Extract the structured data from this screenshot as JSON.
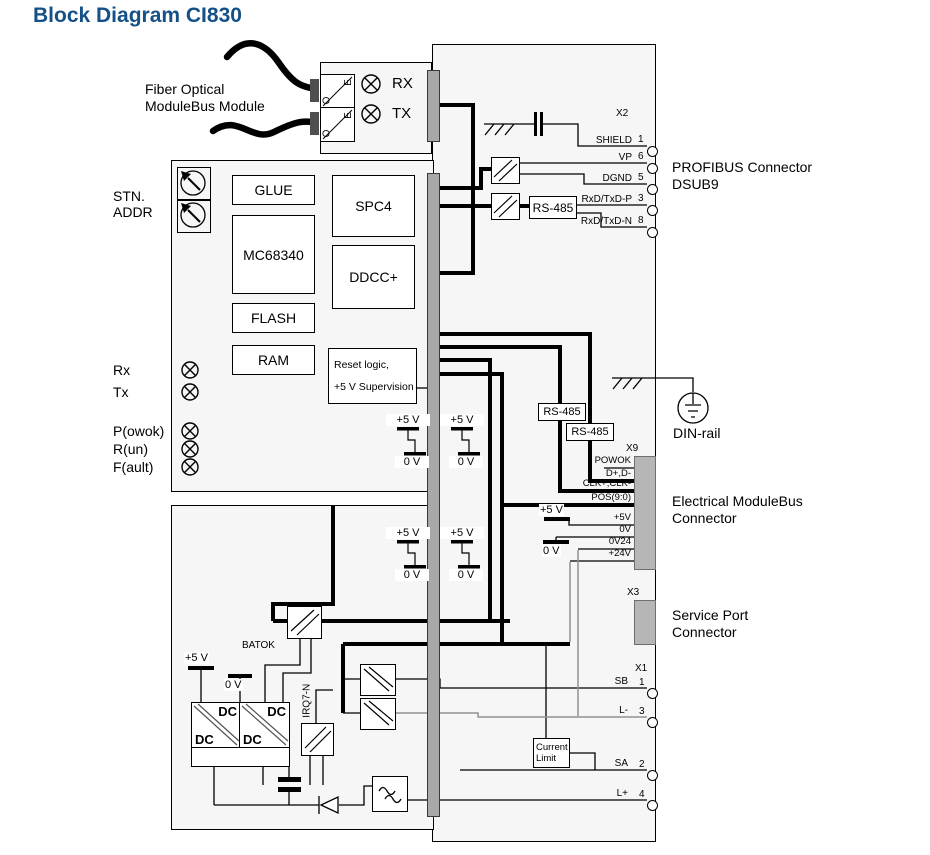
{
  "title": "Block Diagram CI830",
  "fiber": {
    "label1": "Fiber Optical",
    "label2": "ModuleBus Module",
    "o": "O",
    "e": "E",
    "rx": "RX",
    "tx": "TX"
  },
  "cpu": {
    "stn1": "STN.",
    "stn2": "ADDR",
    "chips": {
      "glue": "GLUE",
      "spc4": "SPC4",
      "mc": "MC68340",
      "ddcc": "DDCC+",
      "flash": "FLASH",
      "ram": "RAM"
    },
    "reset1": "Reset logic,",
    "reset2": "+5 V Supervision",
    "leds": {
      "rx": "Rx",
      "tx": "Tx",
      "p": "P(owok)",
      "r": "R(un)",
      "f": "F(ault)"
    }
  },
  "rails": {
    "p5": "+5 V",
    "v0": "0 V"
  },
  "power": {
    "batok": "BATOK",
    "dc": "DC",
    "irq": "IRQ7-N",
    "cl1": "Current",
    "cl2": "Limit"
  },
  "rs485": "RS-485",
  "x2": {
    "id": "X2",
    "pins": [
      {
        "name": "SHIELD",
        "num": "1"
      },
      {
        "name": "VP",
        "num": "6"
      },
      {
        "name": "DGND",
        "num": "5"
      },
      {
        "name": "RxD/TxD-P",
        "num": "3"
      },
      {
        "name": "RxD/TxD-N",
        "num": "8"
      }
    ]
  },
  "x9": {
    "id": "X9",
    "signals": [
      "POWOK",
      "D+,D-",
      "CLK+,CLK-",
      "POS(9:0)",
      "+5V",
      "0V",
      "0V24",
      "+24V"
    ]
  },
  "x3": {
    "id": "X3"
  },
  "x1": {
    "id": "X1",
    "pins": [
      {
        "name": "SB",
        "num": "1"
      },
      {
        "name": "L-",
        "num": "3"
      },
      {
        "name": "SA",
        "num": "2"
      },
      {
        "name": "L+",
        "num": "4"
      }
    ]
  },
  "labels": {
    "profibus1": "PROFIBUS Connector",
    "profibus2": "DSUB9",
    "dinrail": "DIN-rail",
    "embus1": "Electrical ModuleBus",
    "embus2": "Connector",
    "service1": "Service Port",
    "service2": "Connector"
  },
  "colors": {
    "title": "#155087",
    "box_fill": "#f6f6f6",
    "bus_gray": "#a8a8a8",
    "connector_gray": "#b6b6b6"
  }
}
